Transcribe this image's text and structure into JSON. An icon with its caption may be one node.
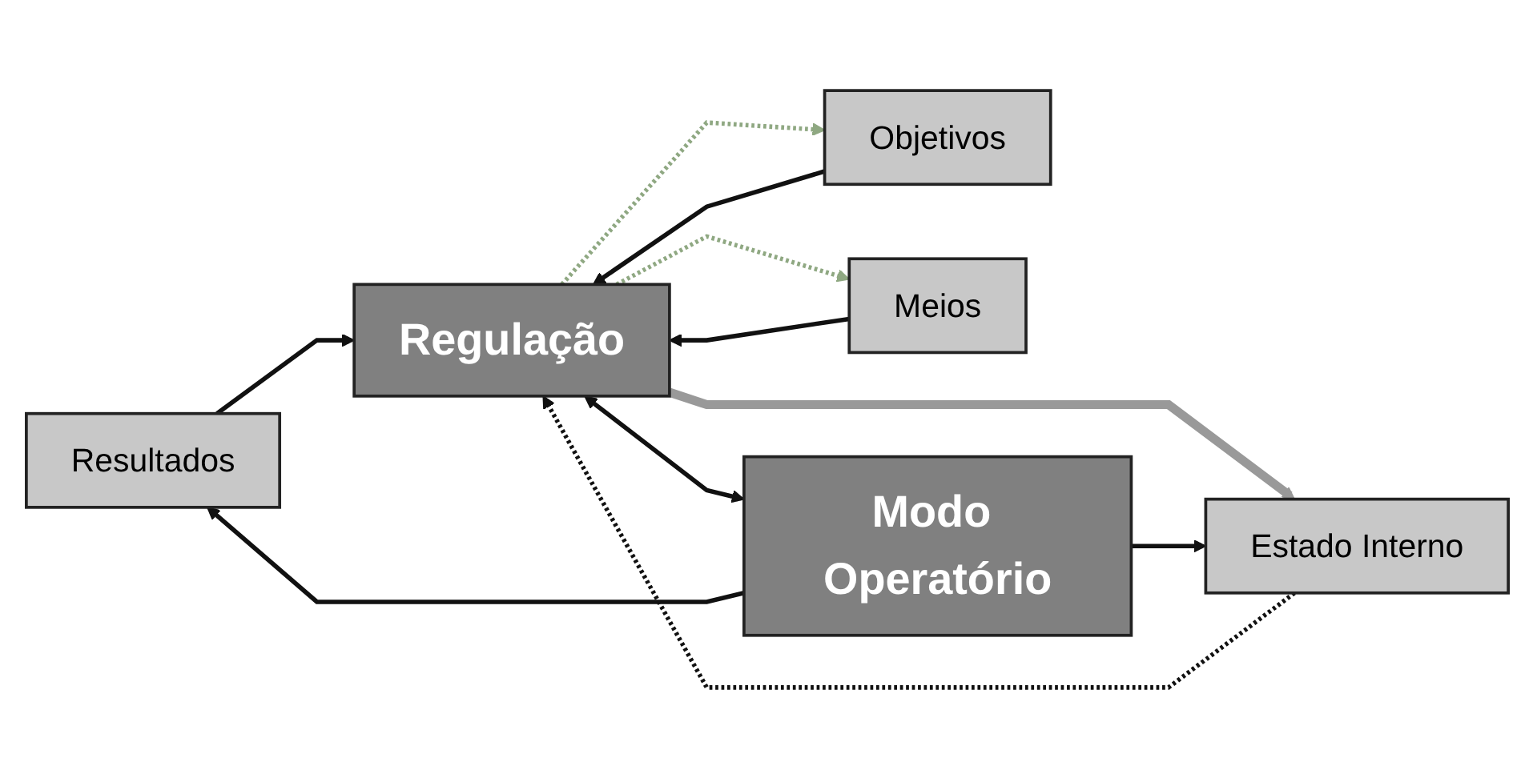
{
  "diagram": {
    "nodes": [
      {
        "text": [
          "Resultados"
        ]
      },
      {
        "text": [
          "Objetivos"
        ]
      },
      {
        "text": [
          "Meios"
        ]
      },
      {
        "text": [
          "Estado Interno"
        ]
      },
      {
        "text": [
          "Regulação"
        ]
      },
      {
        "text": [
          "Modo Operatório"
        ]
      }
    ],
    "edges": [
      {
        "from": 0,
        "to": 4,
        "arrow": "to"
      },
      {
        "from": 1,
        "to": 4,
        "arrow": "to"
      },
      {
        "from": 4,
        "to": 1,
        "arrow": "to",
        "style": "dashed",
        "color": "#8fa882"
      },
      {
        "from": 4,
        "to": 2,
        "arrow": "to",
        "style": "dashed",
        "color": "#8fa882"
      },
      {
        "from": 2,
        "to": 4,
        "arrow": "to"
      },
      {
        "from": 4,
        "to": 3,
        "arrow": "to",
        "style": "thick",
        "color": "#999999"
      },
      {
        "from": 3,
        "to": 4,
        "arrow": "to",
        "style": "dashed"
      },
      {
        "from": 4,
        "to": 5,
        "arrow": "both"
      },
      {
        "from": 5,
        "to": 0,
        "arrow": "to"
      },
      {
        "from": 5,
        "to": 3,
        "arrow": "to"
      }
    ]
  }
}
